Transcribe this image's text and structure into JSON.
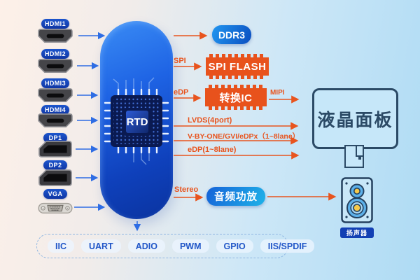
{
  "chip": {
    "label": "RTD"
  },
  "inputs": [
    {
      "label": "HDMI1"
    },
    {
      "label": "HDMI2"
    },
    {
      "label": "HDMI3"
    },
    {
      "label": "HDMI4"
    },
    {
      "label": "DP1"
    },
    {
      "label": "DP2"
    },
    {
      "label": "VGA"
    }
  ],
  "memory": {
    "ddr3": "DDR3",
    "spi_bus": "SPI",
    "spi_flash": "SPI FLASH"
  },
  "display_path": {
    "edp_bus": "eDP",
    "converter": "转换IC",
    "mipi_bus": "MIPI",
    "links": [
      "LVDS(4port)",
      "V-BY-ONE/GVI/eDPx（1~8lane）",
      "eDP(1~8lane)"
    ],
    "panel": "液晶面板"
  },
  "audio_path": {
    "stereo_bus": "Stereo",
    "amplifier": "音频功放",
    "speaker": "扬声器"
  },
  "io_bar": {
    "ports": [
      "IIC",
      "UART",
      "ADIO",
      "PWM",
      "GPIO",
      "IIS/SPDIF"
    ]
  },
  "colors": {
    "accent_orange": "#e8541e",
    "deep_blue": "#0f35a4",
    "arrow_blue": "#2e6de4",
    "panel_navy": "#2b4a66",
    "body_blue_top": "#3a8cf5",
    "body_blue_bottom": "#0a339f"
  }
}
